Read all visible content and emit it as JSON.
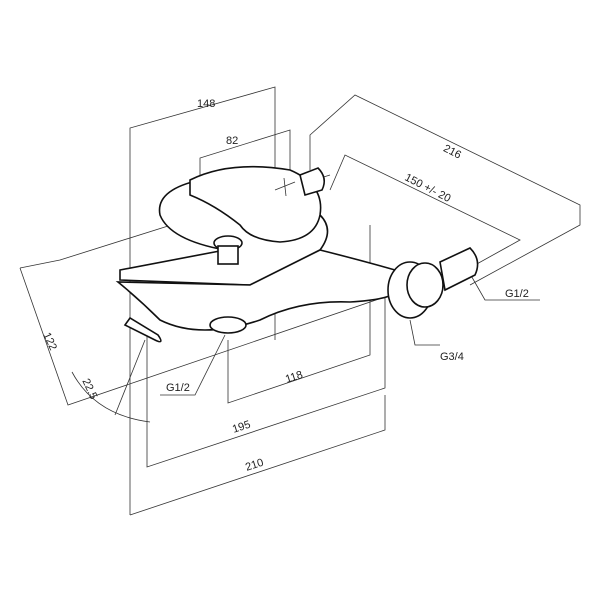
{
  "drawing": {
    "dimensions": {
      "d148": "148",
      "d82": "82",
      "d216": "216",
      "d150": "150 +/- 20",
      "g12_right": "G1/2",
      "g34": "G3/4",
      "d118": "118",
      "g12_bottom": "G1/2",
      "angle": "22.5",
      "d122": "122",
      "d195": "195",
      "d210": "210"
    },
    "colors": {
      "line": "#111111",
      "background": "#ffffff"
    }
  }
}
